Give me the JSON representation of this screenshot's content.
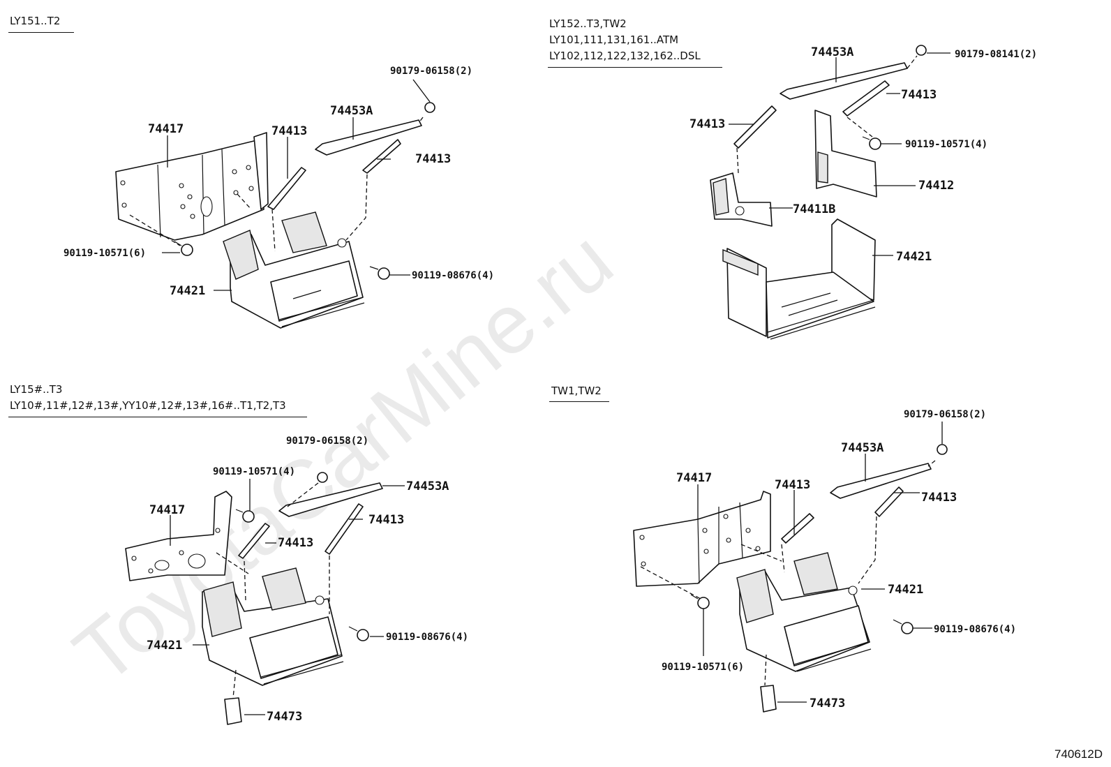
{
  "watermark": "ToyotaCarMine.ru",
  "document_id": "740612D",
  "panels": [
    {
      "id": "top-left",
      "applicability": [
        "LY151..T2"
      ],
      "labels": {
        "bracket": "74417",
        "rod_a": "74413",
        "rod_b": "74413",
        "clamp": "74453A",
        "nut": "90179-06158(2)",
        "bolt_bracket": "90119-10571(6)",
        "bolt_carrier": "90119-08676(4)",
        "carrier": "74421"
      }
    },
    {
      "id": "top-right",
      "applicability": [
        "LY152..T3,TW2",
        "LY101,111,131,161..ATM",
        "LY102,112,122,132,162..DSL"
      ],
      "labels": {
        "clamp": "74453A",
        "nut": "90179-08141(2)",
        "rod_a": "74413",
        "rod_b": "74413",
        "bolt": "90119-10571(4)",
        "bracket_a": "74412",
        "bracket_b": "74411B",
        "carrier": "74421"
      }
    },
    {
      "id": "bottom-left",
      "applicability": [
        "LY15#..T3",
        "LY10#,11#,12#,13#,YY10#,12#,13#,16#..T1,T2,T3"
      ],
      "labels": {
        "nut": "90179-06158(2)",
        "bolt_bracket": "90119-10571(4)",
        "clamp": "74453A",
        "bracket": "74417",
        "rod_a": "74413",
        "rod_b": "74413",
        "bolt_carrier": "90119-08676(4)",
        "carrier": "74421",
        "pad": "74473"
      }
    },
    {
      "id": "bottom-right",
      "applicability": [
        "TW1,TW2"
      ],
      "labels": {
        "nut": "90179-06158(2)",
        "clamp": "74453A",
        "bracket": "74417",
        "rod_a": "74413",
        "rod_b": "74413",
        "carrier": "74421",
        "bolt_carrier": "90119-08676(4)",
        "bolt_bracket": "90119-10571(6)",
        "pad": "74473"
      }
    }
  ]
}
